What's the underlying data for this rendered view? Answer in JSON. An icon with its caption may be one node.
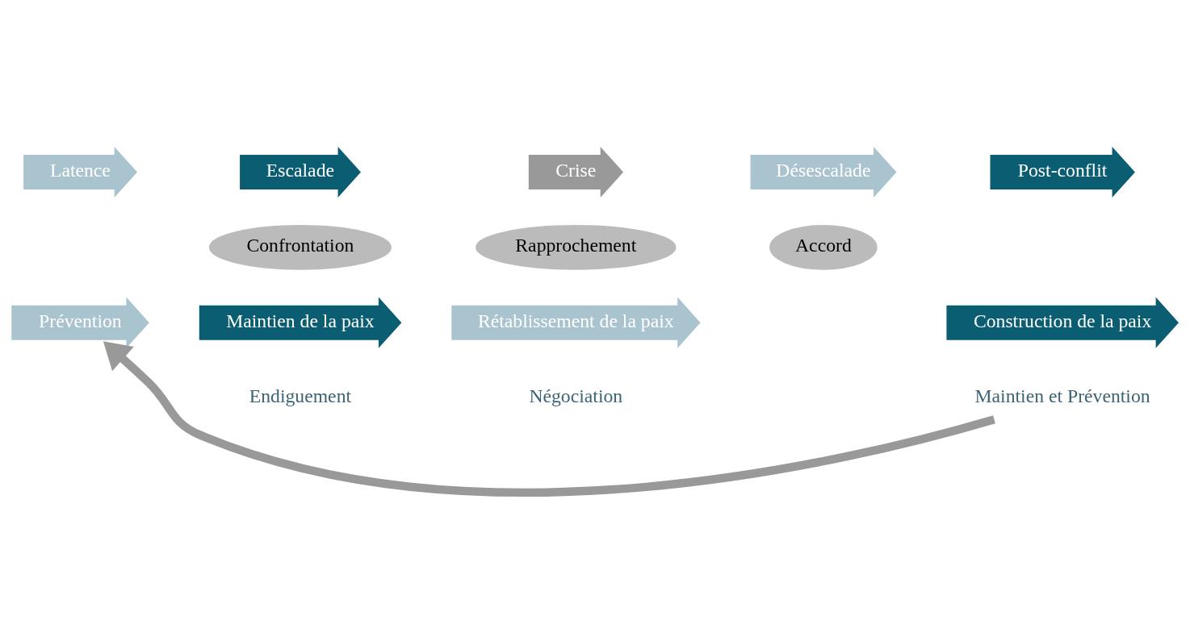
{
  "diagram": {
    "nodes": [
      {
        "text": [
          "Latence"
        ]
      },
      {
        "text": [
          "Escalade"
        ]
      },
      {
        "text": [
          "Crise"
        ]
      },
      {
        "text": [
          "Désescalade"
        ]
      },
      {
        "text": [
          "Post-conflit"
        ]
      },
      {
        "text": [
          "Rapprochement"
        ]
      },
      {
        "text": [
          "Confrontation"
        ]
      },
      {
        "text": [
          "Accord"
        ]
      },
      {
        "text": [
          "Prévention"
        ]
      },
      {
        "text": [
          "Maintien de la paix"
        ],
        "beside": [
          "Endiguement"
        ]
      },
      {
        "text": [
          "Rétablissement de la paix"
        ],
        "beside": [
          "Négociation"
        ]
      },
      {
        "text": [
          "Construction de la paix"
        ]
      },
      {
        "text": [
          "Maintien et Prévention"
        ]
      }
    ],
    "edges": [
      {
        "from": 12,
        "to": 8,
        "arrow": "to",
        "color": "#999999"
      }
    ]
  }
}
